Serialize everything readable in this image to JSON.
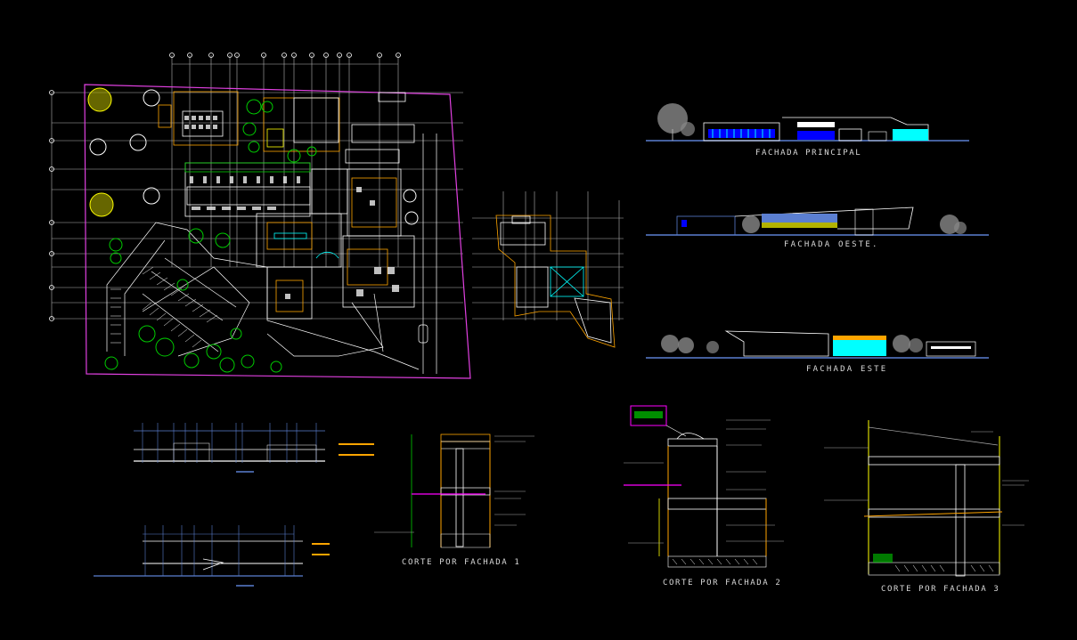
{
  "drawing": {
    "background": "#000000",
    "palette": {
      "site_boundary": "#e040e0",
      "grid": "#ffffff",
      "walls": "#ffffff",
      "accent_orange": "#ffa500",
      "accent_yellow": "#ffff00",
      "trees": "#00cc00",
      "glass_cyan": "#00ffff",
      "glass_blue": "#0000ff",
      "ground_blue": "#5b7fd1",
      "label": "#d8d8d8"
    }
  },
  "labels": {
    "fachada_principal": "FACHADA PRINCIPAL",
    "fachada_oeste": "FACHADA OESTE.",
    "fachada_este": "FACHADA ESTE",
    "corte_1": "CORTE POR FACHADA 1",
    "corte_2": "CORTE POR FACHADA 2",
    "corte_3": "CORTE POR FACHADA 3"
  }
}
